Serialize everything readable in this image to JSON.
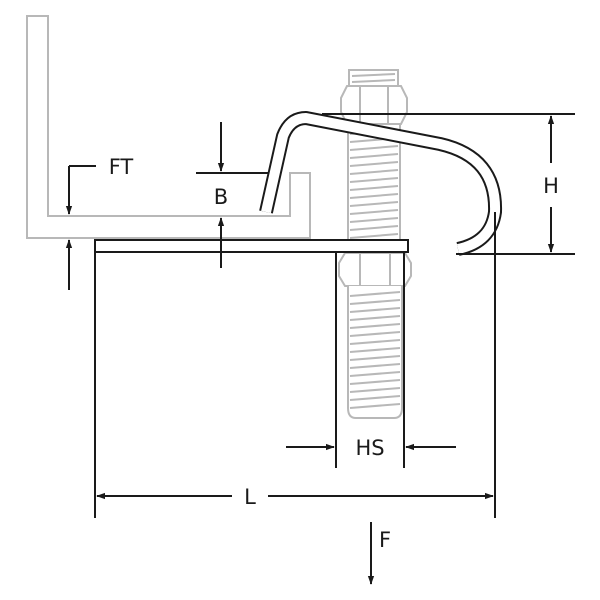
{
  "diagram": {
    "labels": {
      "flange_thickness": "FT",
      "beam_clearance": "B",
      "height": "H",
      "hole_size": "HS",
      "length": "L",
      "force": "F"
    },
    "colors": {
      "outline": "#1a1a1a",
      "light_part": "#b8b8b8",
      "background": "#ffffff"
    }
  }
}
